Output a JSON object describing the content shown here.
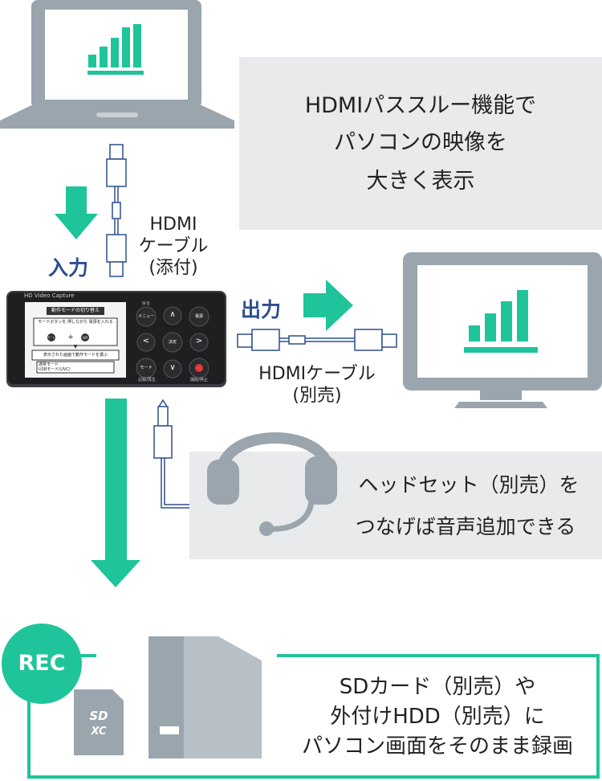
{
  "passthrough": {
    "lines": [
      "HDMIパススルー機能で",
      "パソコンの映像を",
      "大きく表示"
    ]
  },
  "input_cable": {
    "direction_label": "入力",
    "lines": [
      "HDMI",
      "ケーブル",
      "(添付)"
    ]
  },
  "output_cable": {
    "direction_label": "出力",
    "lines": [
      "HDMIケーブル",
      "(別売)"
    ]
  },
  "headset_note": {
    "lines": [
      "ヘッドセット（別売）を",
      "つなげば音声追加できる"
    ]
  },
  "record_note": {
    "badge": "REC",
    "lines": [
      "SDカード（別売）や",
      "外付けHDD（別売）に",
      "パソコン画面をそのまま録画"
    ]
  },
  "device": {
    "brand": "HD Video Capture",
    "screen_title": "動作モードの切り替え",
    "screen_instruction": "モードボタンを 押しながら 電源を入れる",
    "screen_mode_key": "モード",
    "screen_plus": "+",
    "screen_power_key": "電源",
    "screen_arrow": "▼",
    "screen_status": "表示された画面で動作モードを選ぶ",
    "screen_option_1": "通常モード",
    "screen_option_2": "USBモード(UVC)",
    "btn_menu_top": "戻る",
    "btn_menu": "メニュー",
    "btn_power": "電源",
    "btn_enter": "決定",
    "btn_mode": "モード",
    "btn_playback": "記録/再生",
    "btn_rec": "開始/停止",
    "arrow_up": "∧",
    "arrow_down": "∨",
    "arrow_left": "<",
    "arrow_right": ">"
  },
  "colors": {
    "accent_green": "#1fc49a",
    "device_gray": "#9aa5ae",
    "label_blue": "#2d4e8c",
    "box_gray": "#e8eaeb"
  }
}
